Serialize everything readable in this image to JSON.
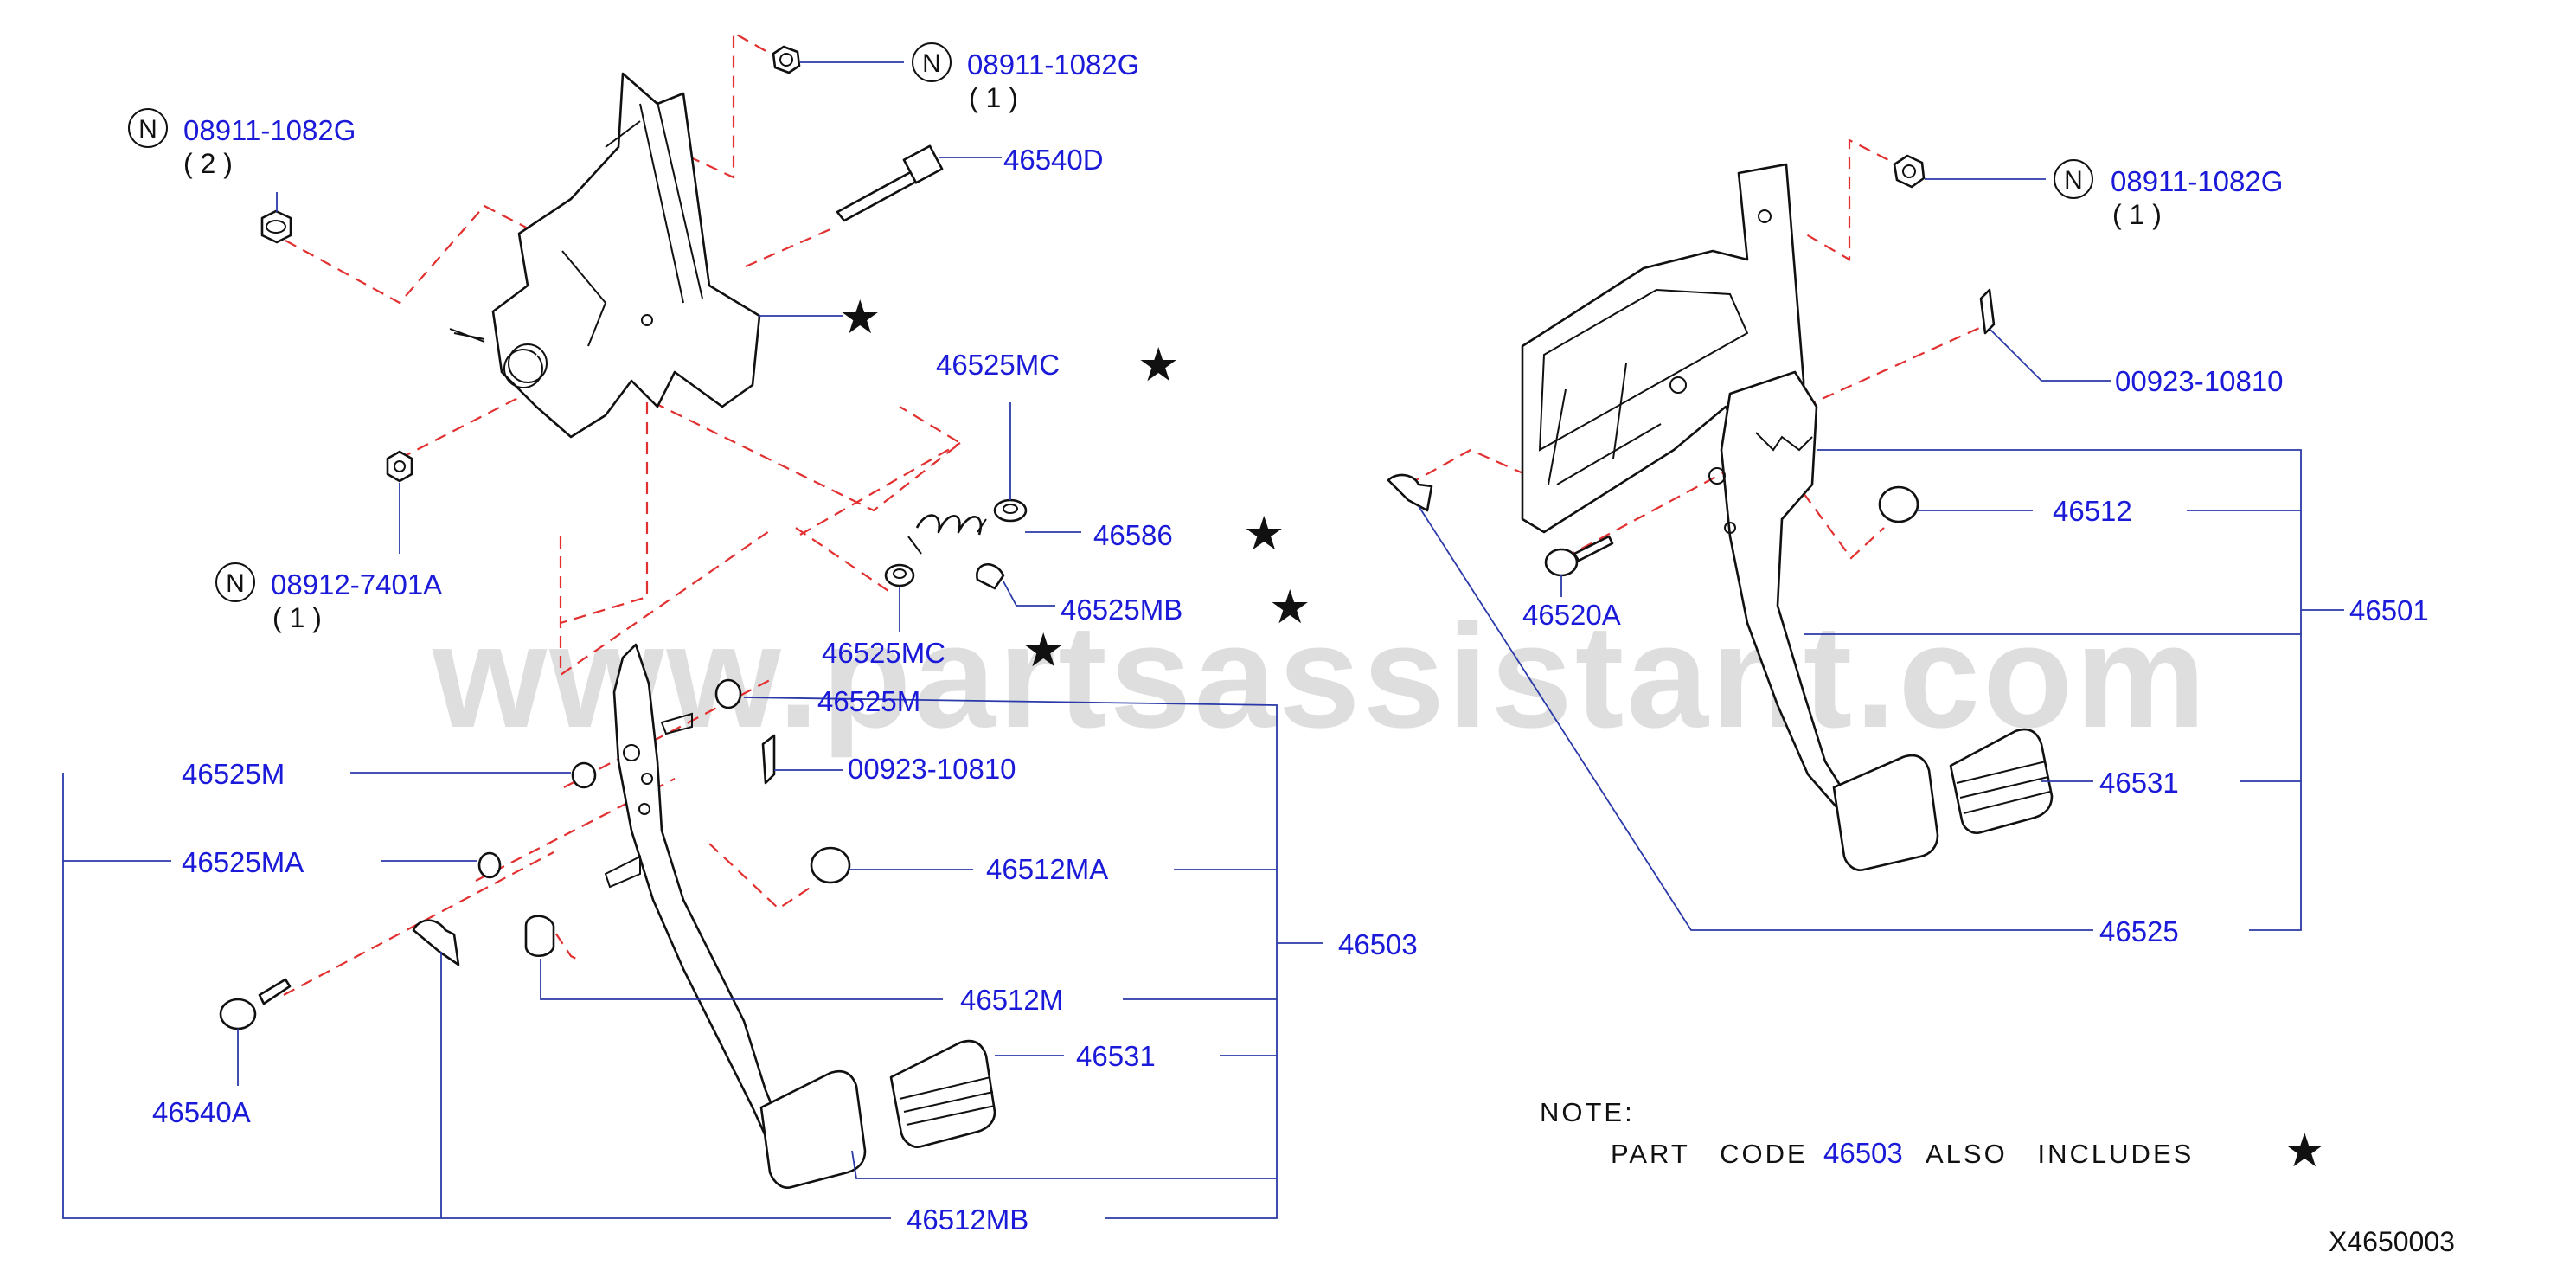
{
  "watermark": "www.partsassistant.com",
  "nut_symbol": "N",
  "star_symbol": "★",
  "icons": {
    "nut": "hex-nut-icon",
    "star": "star-icon",
    "n_circle": "n-circle-icon"
  },
  "colors": {
    "part_code": "#1a1ad8",
    "leader": "#2b3aa8",
    "dashed_line": "#e23030",
    "text": "#111111"
  },
  "left_assembly": {
    "nut_top": {
      "code": "08911-1082G",
      "qty": "( 1 )"
    },
    "nut_left": {
      "code": "08911-1082G",
      "qty": "( 2 )"
    },
    "bolt": "46540D",
    "nut_lower": {
      "code": "08912-7401A",
      "qty": "( 1 )"
    },
    "spring_collar_top": "46525MC",
    "spring": "46586",
    "spring_clip": "46525MB",
    "spring_collar_bottom": "46525MC",
    "bushing_a": "46525M",
    "bushing_b": "46525M",
    "pin_clip": "00923-10810",
    "bushing_ma": "46525MA",
    "stopper_ma": "46512MA",
    "pedal_assy": "46503",
    "stopper_m": "46512M",
    "pad": "46531",
    "clevis_pin": "46540A",
    "stopper_mb": "46512MB"
  },
  "right_assembly": {
    "nut": {
      "code": "08911-1082G",
      "qty": "( 1 )"
    },
    "clip": "00923-10810",
    "stopper": "46512",
    "pedal_assy": "46501",
    "clevis_pin": "46520A",
    "pad": "46531",
    "bracket": "46525"
  },
  "note": {
    "label": "NOTE:",
    "line_prefix": "PART   CODE",
    "code": "46503",
    "line_suffix": "ALSO   INCLUDES"
  },
  "diagram_id": "X4650003"
}
